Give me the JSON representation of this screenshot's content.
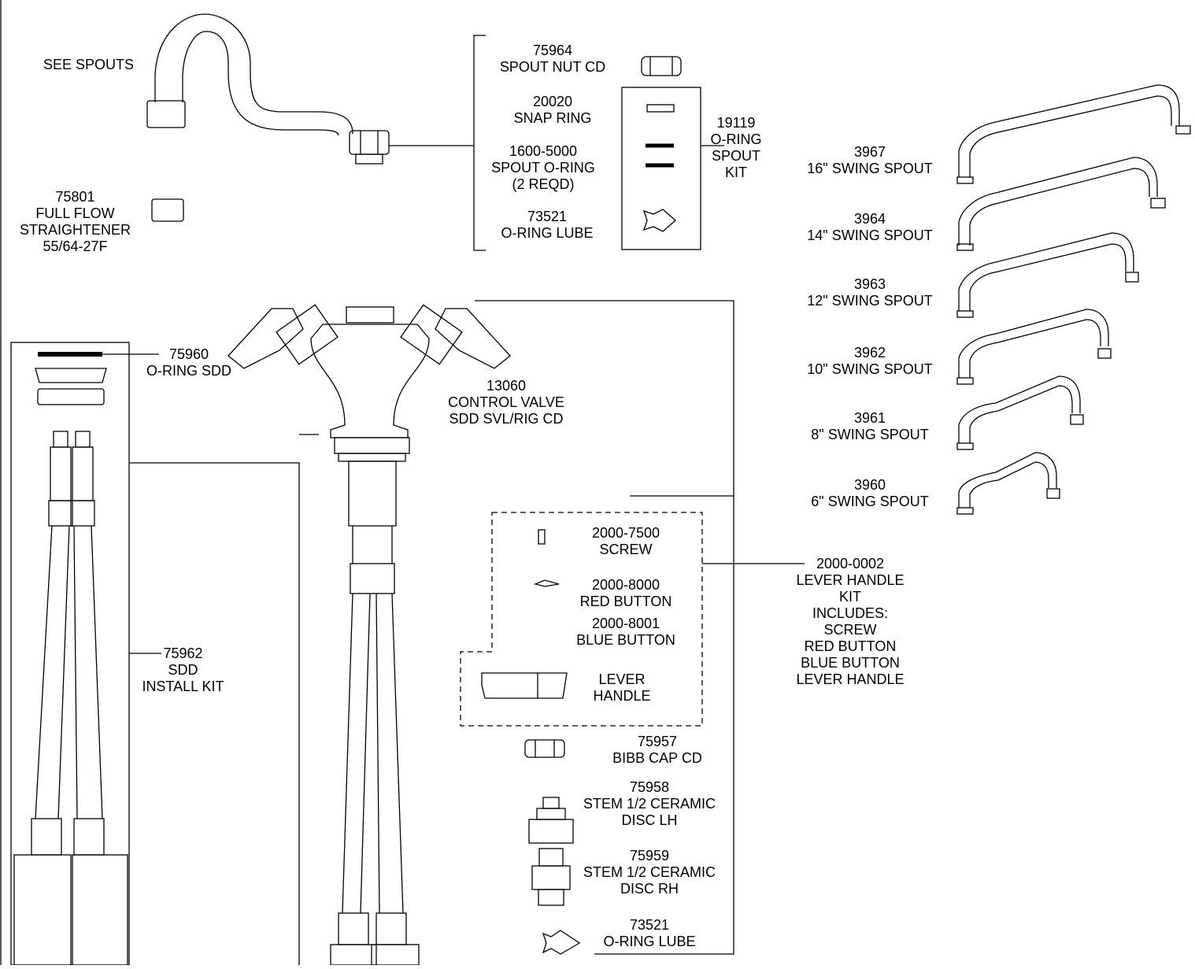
{
  "labels": {
    "see_spouts": [
      "SEE SPOUTS"
    ],
    "flow_straightener": [
      "75801",
      "FULL FLOW",
      "STRAIGHTENER",
      "55/64-27F"
    ],
    "spout_nut": [
      "75964",
      "SPOUT NUT CD"
    ],
    "snap_ring": [
      "20020",
      "SNAP RING"
    ],
    "spout_oring": [
      "1600-5000",
      "SPOUT O-RING",
      "(2 REQD)"
    ],
    "oring_lube_top": [
      "73521",
      "O-RING LUBE"
    ],
    "oring_spout_kit": [
      "19119",
      "O-RING",
      "SPOUT",
      "KIT"
    ],
    "oring_sdd": [
      "75960",
      "O-RING SDD"
    ],
    "control_valve": [
      "13060",
      "CONTROL VALVE",
      "SDD SVL/RIG CD"
    ],
    "install_kit": [
      "75962",
      "SDD",
      "INSTALL KIT"
    ],
    "screw": [
      "2000-7500",
      "SCREW"
    ],
    "red_button": [
      "2000-8000",
      "RED BUTTON"
    ],
    "blue_button": [
      "2000-8001",
      "BLUE BUTTON"
    ],
    "lever_handle": [
      "LEVER",
      "HANDLE"
    ],
    "lever_handle_kit": [
      "2000-0002",
      "LEVER HANDLE",
      "KIT",
      "INCLUDES:",
      "SCREW",
      "RED BUTTON",
      "BLUE BUTTON",
      "LEVER HANDLE"
    ],
    "bibb_cap": [
      "75957",
      "BIBB CAP CD"
    ],
    "stem_lh": [
      "75958",
      "STEM 1/2 CERAMIC",
      "DISC LH"
    ],
    "stem_rh": [
      "75959",
      "STEM 1/2 CERAMIC",
      "DISC RH"
    ],
    "oring_lube_bottom": [
      "73521",
      "O-RING LUBE"
    ]
  },
  "spouts": [
    {
      "part": "3967",
      "desc": "16\" SWING SPOUT"
    },
    {
      "part": "3964",
      "desc": "14\" SWING SPOUT"
    },
    {
      "part": "3963",
      "desc": "12\" SWING SPOUT"
    },
    {
      "part": "3962",
      "desc": "10\" SWING SPOUT"
    },
    {
      "part": "3961",
      "desc": "8\" SWING SPOUT"
    },
    {
      "part": "3960",
      "desc": "6\" SWING SPOUT"
    }
  ]
}
